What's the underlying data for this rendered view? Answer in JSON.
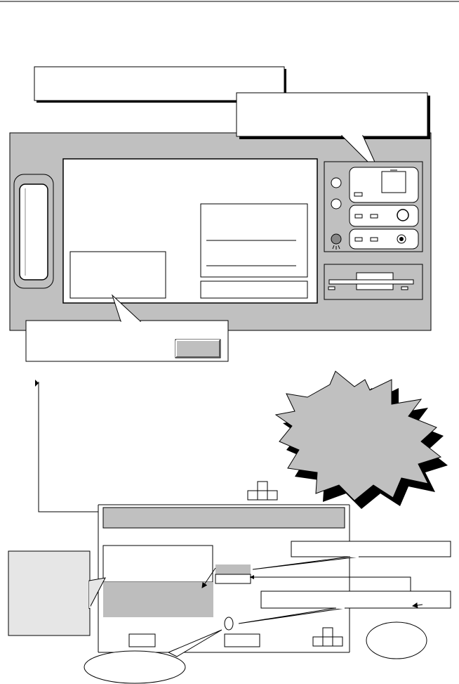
{
  "diagram": {
    "texts": {},
    "colors": {
      "panel": "#c0c0c0",
      "grey_fill": "#bdbdbd",
      "light_fill": "#e6e6e6",
      "starburst": "#c0c0c0",
      "stroke": "#000000",
      "white": "#ffffff"
    },
    "elements": [
      "callout-box-top-left",
      "callout-box-top-right",
      "instrument-front-panel",
      "carrying-handle",
      "display-screen",
      "screen-inset-box",
      "screen-menu-panel",
      "led-indicators",
      "control-module-top",
      "control-module-middle",
      "control-module-bottom",
      "disk-drive-slot",
      "callout-box-screen",
      "softkey-button",
      "starburst-callout",
      "keypad-arrow-keys",
      "window-title-bar",
      "dialog-inset",
      "grey-selection-area",
      "side-note-box",
      "callout-box-right-upper",
      "callout-box-right-lower",
      "small-oval-marker",
      "bottom-oval-label",
      "right-oval-label"
    ]
  }
}
